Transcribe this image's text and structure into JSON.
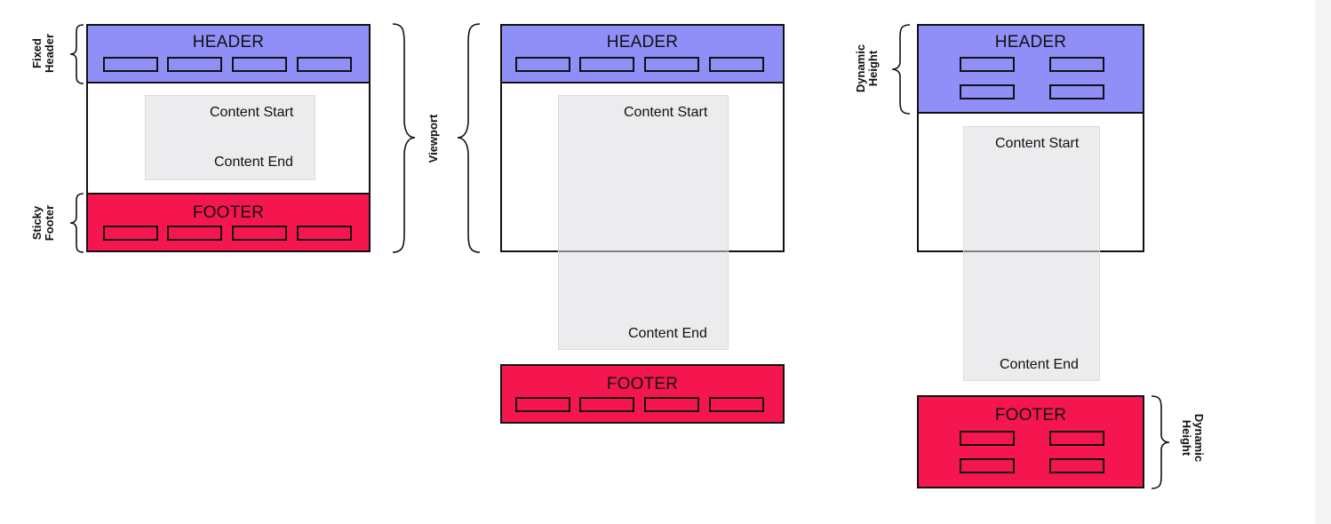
{
  "columns": [
    {
      "header": {
        "title": "HEADER",
        "pill_count": 4
      },
      "content": {
        "start": "Content Start",
        "end": "Content End"
      },
      "footer": {
        "title": "FOOTER",
        "pill_count": 4
      },
      "labels": {
        "fixed_header": "Fixed\nHeader",
        "sticky_footer": "Sticky\nFooter"
      }
    },
    {
      "header": {
        "title": "HEADER",
        "pill_count": 4
      },
      "content": {
        "start": "Content Start",
        "end": "Content End"
      },
      "footer": {
        "title": "FOOTER",
        "pill_count": 4
      },
      "labels": {
        "viewport": "Viewport"
      }
    },
    {
      "header": {
        "title": "HEADER",
        "pill_count": 4
      },
      "content": {
        "start": "Content Start",
        "end": "Content End"
      },
      "footer": {
        "title": "FOOTER",
        "pill_count": 4
      },
      "labels": {
        "dynamic_header": "Dynamic\nHeight",
        "dynamic_footer": "Dynamic\nHeight"
      }
    }
  ],
  "colors": {
    "header": "#8f8ff7",
    "footer": "#f5164f",
    "content": "#e6e6ea"
  }
}
